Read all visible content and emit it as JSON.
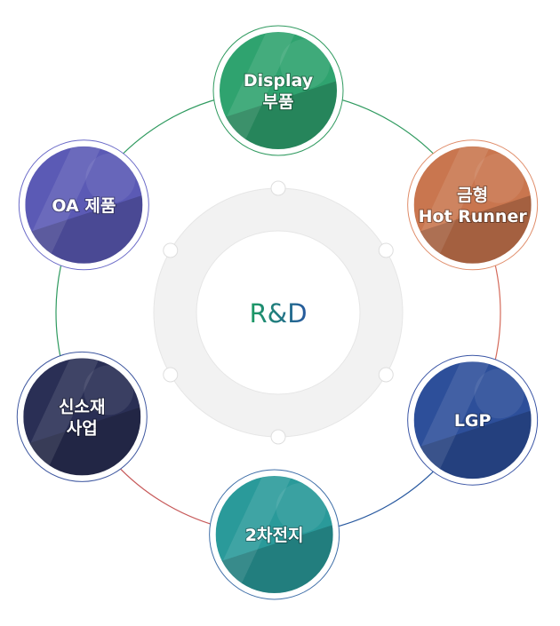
{
  "center": {
    "label": "R&D",
    "colors": {
      "start": "#1c9c63",
      "end": "#27589f"
    }
  },
  "nodes": [
    {
      "id": "display",
      "lines": [
        "Display",
        "부품"
      ],
      "color": "#2fa36f",
      "ring": "#2f9a5f",
      "icon": "display-photo"
    },
    {
      "id": "mold",
      "lines": [
        "금형",
        "Hot Runner"
      ],
      "color": "#c9764f",
      "ring": "#e08d6a",
      "icon": "machinery-photo"
    },
    {
      "id": "lgp",
      "lines": [
        "LGP"
      ],
      "color": "#2d4f9a",
      "ring": "#3a55a5",
      "icon": "lab-photo"
    },
    {
      "id": "battery",
      "lines": [
        "2차전지"
      ],
      "color": "#2a9a9a",
      "ring": "#3f6fa8",
      "icon": "rolls-photo"
    },
    {
      "id": "material",
      "lines": [
        "신소재",
        "사업"
      ],
      "color": "#2a2f55",
      "ring": "#3f58a0",
      "icon": "film-photo"
    },
    {
      "id": "oa",
      "lines": [
        "OA 제품"
      ],
      "color": "#5b5ab5",
      "ring": "#6b6bc8",
      "icon": "printer-photo"
    }
  ],
  "arcs": [
    {
      "from": "oa",
      "to": "display",
      "color": "#2f9a5f"
    },
    {
      "from": "display",
      "to": "mold",
      "color": "#2f9a5f"
    },
    {
      "from": "mold",
      "to": "lgp",
      "color": "#d46a5a"
    },
    {
      "from": "lgp",
      "to": "battery",
      "color": "#27589f"
    },
    {
      "from": "battery",
      "to": "material",
      "color": "#c75a5a"
    },
    {
      "from": "material",
      "to": "oa",
      "color": "#2f9a5f"
    }
  ]
}
